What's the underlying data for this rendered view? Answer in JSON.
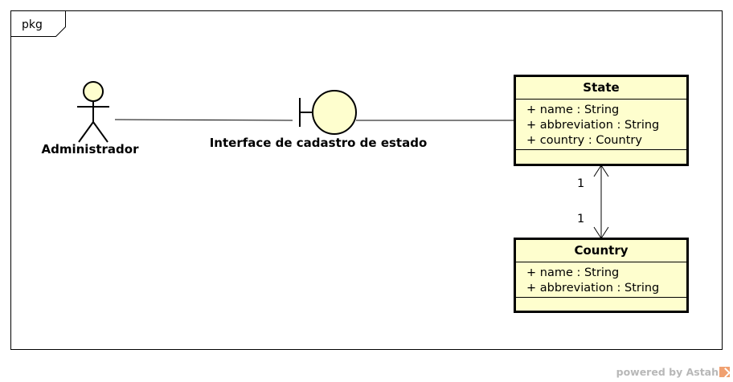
{
  "package": {
    "label": "pkg"
  },
  "actor": {
    "label": "Administrador"
  },
  "boundary": {
    "label": "Interface de cadastro de estado"
  },
  "classes": [
    {
      "name": "State",
      "attributes": [
        "+ name : String",
        "+ abbreviation : String",
        "+ country : Country"
      ]
    },
    {
      "name": "Country",
      "attributes": [
        "+ name : String",
        "+ abbreviation : String"
      ]
    }
  ],
  "association": {
    "source_multiplicity": "1",
    "target_multiplicity": "1"
  },
  "footer": {
    "text": "powered by Astah"
  },
  "colors": {
    "fill": "#fefece",
    "stroke": "#000000",
    "footer": "#b8b8b8"
  }
}
